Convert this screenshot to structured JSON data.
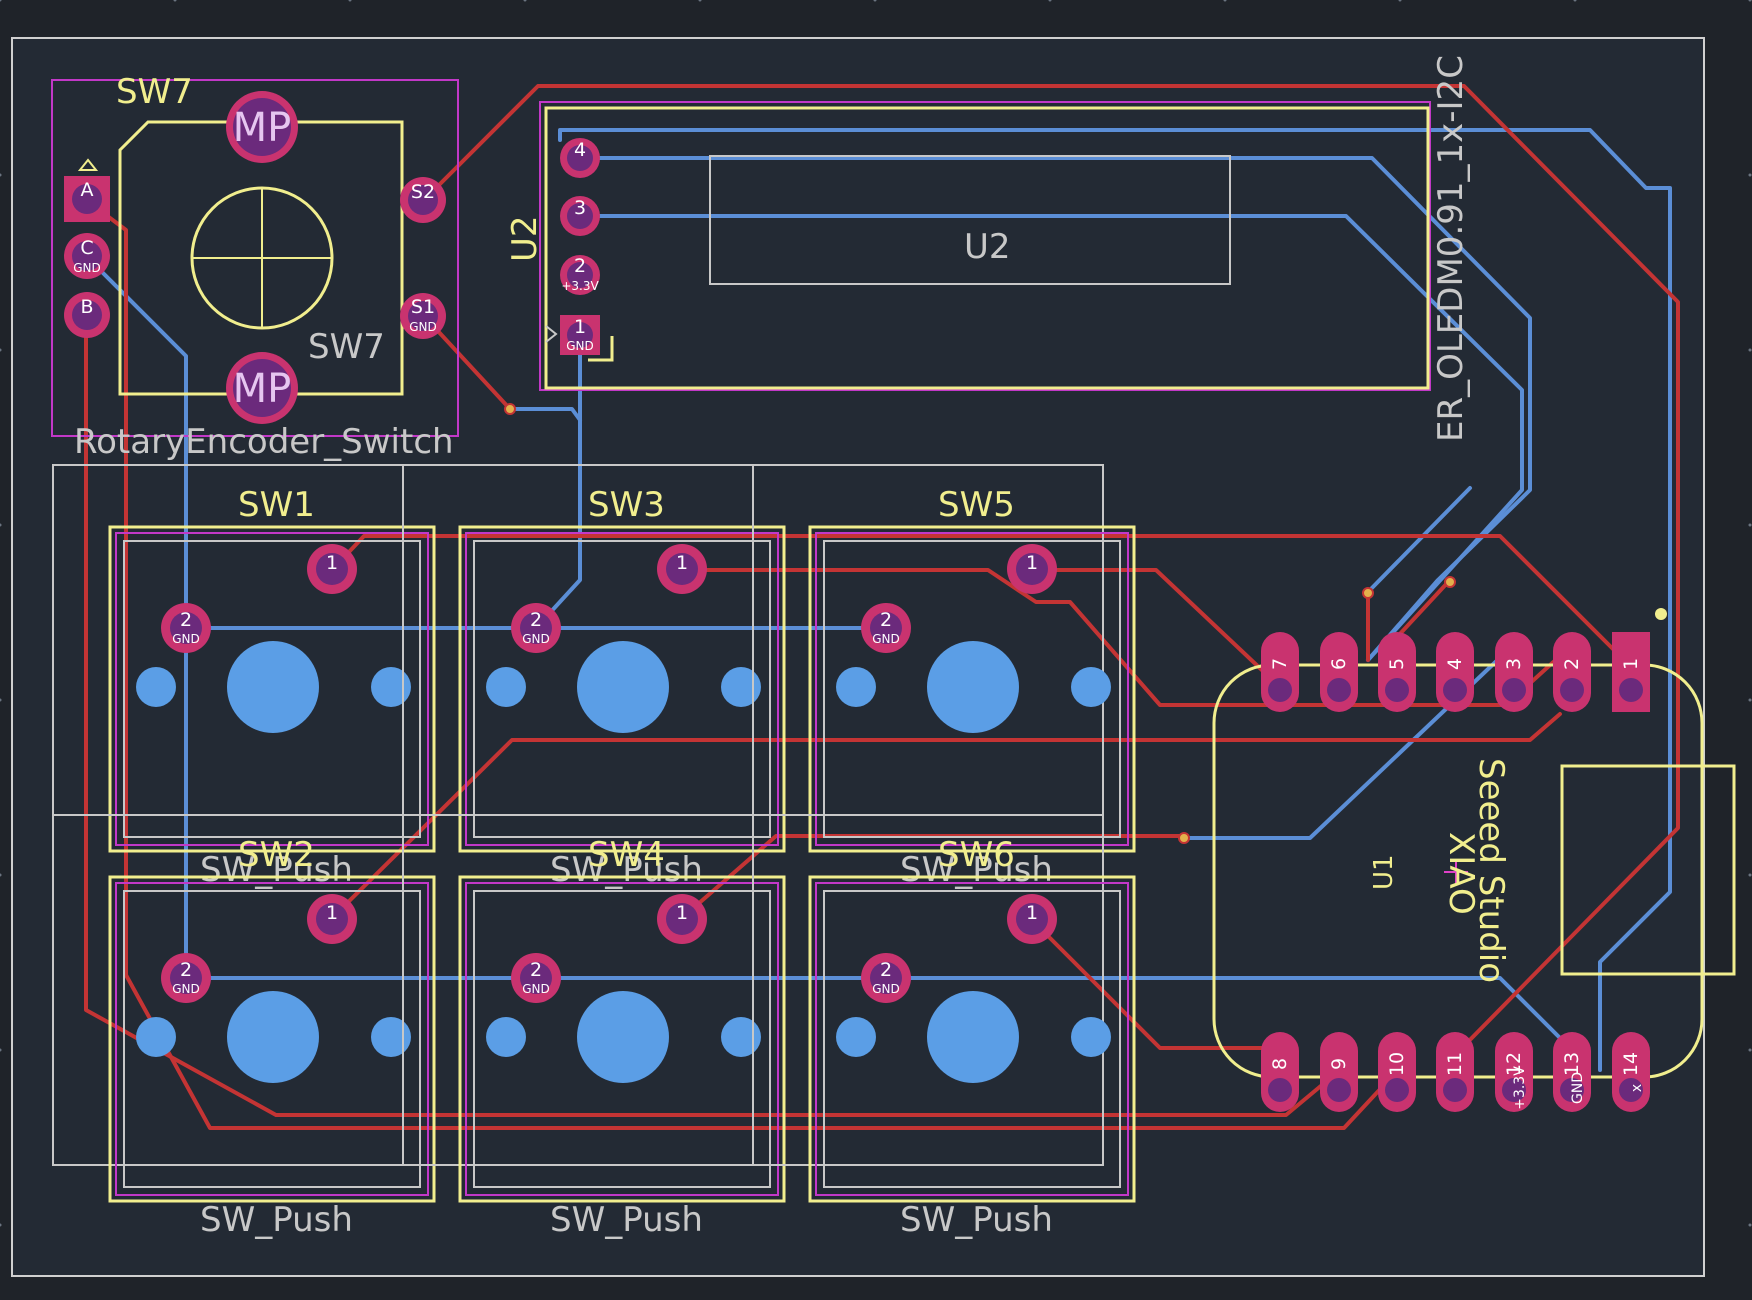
{
  "colors": {
    "background": "#1f2329",
    "board_fill": "#232a34",
    "board_edge": "#d0d0d0",
    "silk_yellow": "#f1ee8e",
    "silk_gray": "#c8c8c8",
    "courtyard": "#c238c8",
    "pad": "#c9336f",
    "pad_hole": "#6b2a7c",
    "track_front": "#c43434",
    "track_back": "#5b8ed6",
    "npth": "#5b9ee6"
  },
  "encoder": {
    "ref_top": "SW7",
    "ref_body": "SW7",
    "value": "RotaryEncoder_Switch",
    "mp_label": "MP",
    "pads": [
      {
        "num": "A",
        "net": ""
      },
      {
        "num": "C",
        "net": "GND"
      },
      {
        "num": "B",
        "net": ""
      },
      {
        "num": "S2",
        "net": ""
      },
      {
        "num": "S1",
        "net": "GND"
      }
    ]
  },
  "oled": {
    "ref": "U2",
    "ref_body": "U2",
    "value": "ER_OLEDM0.91_1x-I2C",
    "pads": [
      {
        "num": "4",
        "net": ""
      },
      {
        "num": "3",
        "net": ""
      },
      {
        "num": "2",
        "net": "+3.3V"
      },
      {
        "num": "1",
        "net": "GND"
      }
    ]
  },
  "switches": [
    {
      "ref": "SW1",
      "value": "SW_Push",
      "pad1": "1",
      "pad2": "2",
      "gnd": "GND"
    },
    {
      "ref": "SW3",
      "value": "SW_Push",
      "pad1": "1",
      "pad2": "2",
      "gnd": "GND"
    },
    {
      "ref": "SW5",
      "value": "SW_Push",
      "pad1": "1",
      "pad2": "2",
      "gnd": "GND"
    },
    {
      "ref": "SW2",
      "value": "SW_Push",
      "pad1": "1",
      "pad2": "2",
      "gnd": "GND"
    },
    {
      "ref": "SW4",
      "value": "SW_Push",
      "pad1": "1",
      "pad2": "2",
      "gnd": "GND"
    },
    {
      "ref": "SW6",
      "value": "SW_Push",
      "pad1": "1",
      "pad2": "2",
      "gnd": "GND"
    }
  ],
  "xiao": {
    "ref": "U1",
    "value_line1": "XIAO",
    "value_line2": "Seeed Studio",
    "top_pins": [
      "7",
      "6",
      "5",
      "4",
      "3",
      "2",
      "1"
    ],
    "bottom_pins": [
      "8",
      "9",
      "10",
      "11",
      "12",
      "13",
      "14"
    ],
    "bottom_nets": [
      "",
      "",
      "",
      "",
      "+3.3V",
      "GND",
      "x"
    ]
  }
}
